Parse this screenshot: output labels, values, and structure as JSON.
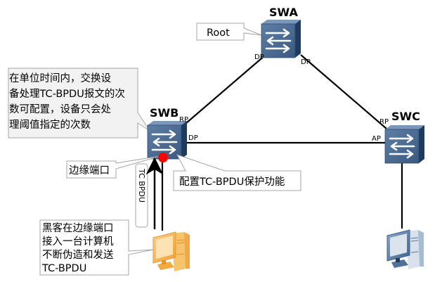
{
  "devices": {
    "swa": {
      "label": "SWA",
      "role_label": "Root"
    },
    "swb": {
      "label": "SWB"
    },
    "swc": {
      "label": "SWC"
    }
  },
  "ports": {
    "swa_left": "DP",
    "swa_right": "DP",
    "swb_up": "RP",
    "swb_right": "DP",
    "swc_up": "RP",
    "swc_left": "AP"
  },
  "callouts": {
    "threshold": [
      "在单位时间内，交换设",
      "备处理TC-BPDU报文的次",
      "数可配置，设备只会处",
      "理阈值指定的次数"
    ],
    "edge_port": "边缘端口",
    "protection": "配置TC-BPDU保护功能",
    "hacker": [
      "黑客在边缘端口",
      "接入一台计算机",
      "不断伪造和发送",
      "TC-BPDU"
    ]
  },
  "flow_label": "TC BPDU",
  "colors": {
    "switch_front": "#4a6a8f",
    "switch_top": "#6d8cb0",
    "switch_side": "#1f3a5c",
    "edge_port_dot": "#ff0000",
    "hacker_pc": "#f6b44a",
    "normal_pc": "#5a7fa8",
    "callout_border": "#a6a6a6",
    "link": "#000000"
  }
}
